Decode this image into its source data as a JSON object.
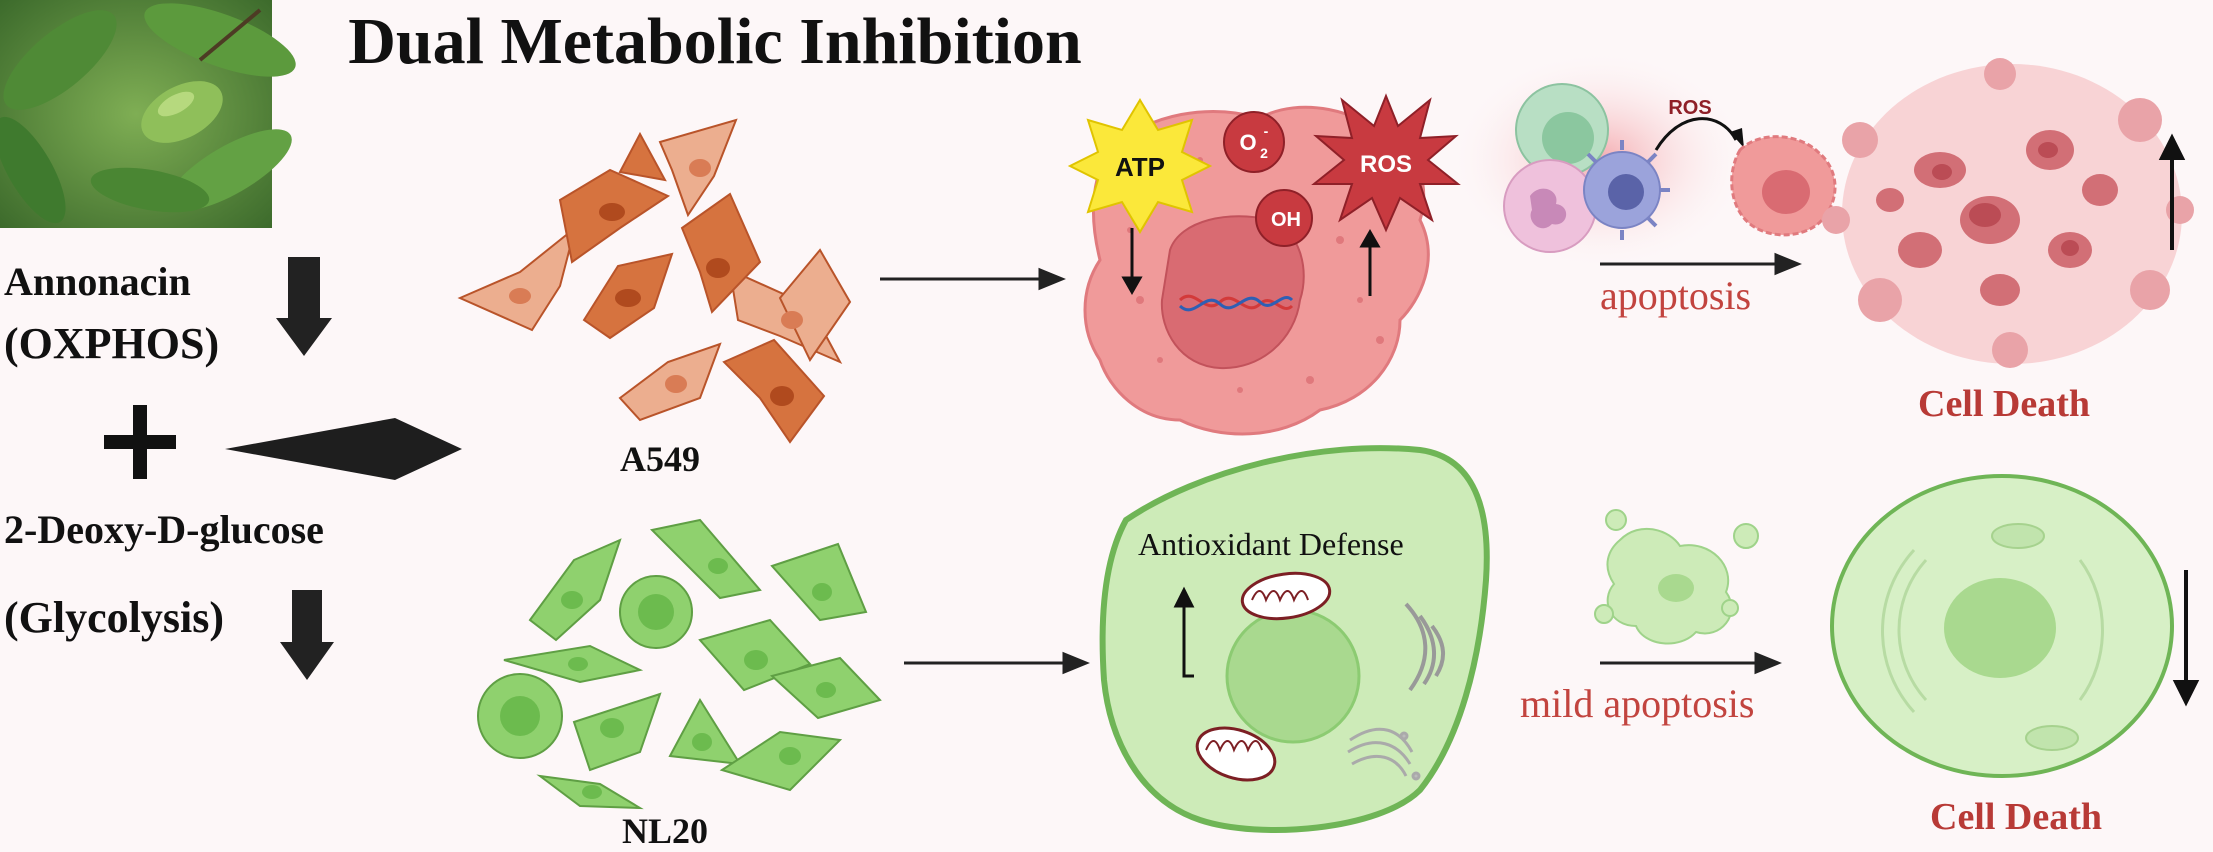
{
  "title": "Dual Metabolic Inhibition",
  "left_panel": {
    "drug1_name": "Annonacin",
    "drug1_pathway": "(OXPHOS)",
    "combine_symbol": "+",
    "drug2_name": "2-Deoxy-D-glucose",
    "drug2_pathway": "(Glycolysis)"
  },
  "cell_lines": {
    "cancer": "A549",
    "normal": "NL20"
  },
  "cancer_cell": {
    "atp_label": "ATP",
    "superoxide_label": "O",
    "superoxide_sub": "2",
    "superoxide_sup": "-",
    "hydroxyl_label": "OH",
    "ros_label": "ROS"
  },
  "immune_panel": {
    "ros_label": "ROS",
    "apoptosis_label": "apoptosis"
  },
  "normal_cell": {
    "antioxidant_label": "Antioxidant Defense",
    "mild_apoptosis_label": "mild apoptosis"
  },
  "outcomes": {
    "top": "Cell Death",
    "bottom": "Cell Death"
  },
  "colors": {
    "cancer_fill": "#f09a9a",
    "cancer_line_fill": "#d9713f",
    "normal_fill": "#cdebb8",
    "normal_line_fill": "#7fcb66",
    "atp_star": "#fbe83a",
    "ros_star": "#c83a40",
    "label_red": "#c2443f"
  }
}
